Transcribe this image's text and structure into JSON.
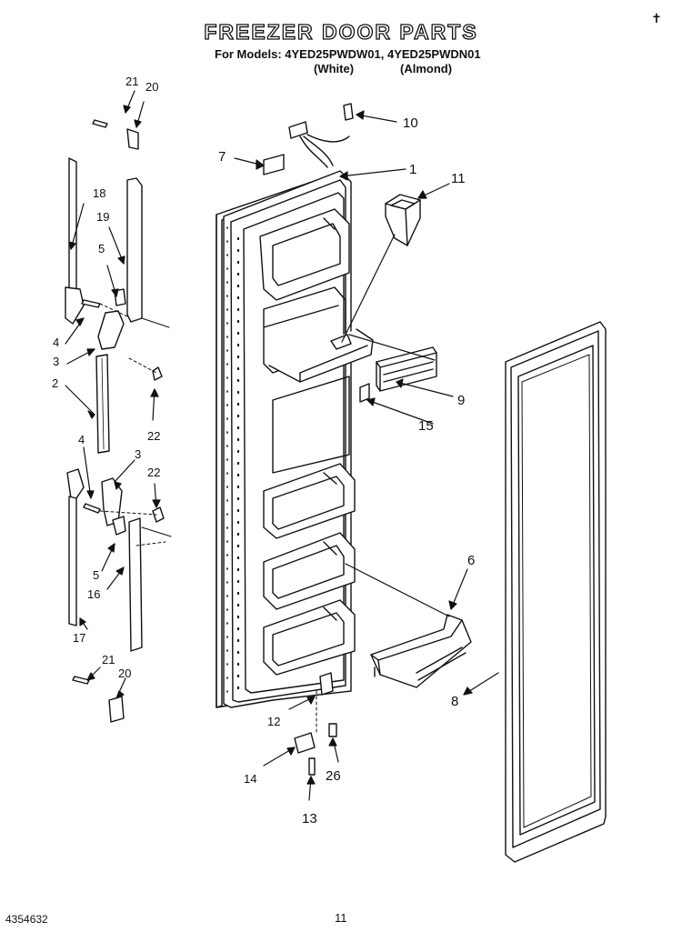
{
  "title": "FREEZER DOOR PARTS",
  "models_line": "For Models: 4YED25PWDW01, 4YED25PWDN01",
  "model_notes": [
    "(White)",
    "(Almond)"
  ],
  "corner_mark": "✝",
  "footer": {
    "code": "4354632",
    "page": "11"
  },
  "callouts": [
    {
      "label": "1",
      "part": "door-outer-panel"
    },
    {
      "label": "2",
      "part": "door-seal-strip-lower"
    },
    {
      "label": "3",
      "part": "hinge-bracket"
    },
    {
      "label": "3",
      "part": "hinge-bracket"
    },
    {
      "label": "4",
      "part": "screw"
    },
    {
      "label": "4",
      "part": "screw"
    },
    {
      "label": "5",
      "part": "cam"
    },
    {
      "label": "5",
      "part": "cam"
    },
    {
      "label": "6",
      "part": "door-shelf-bin"
    },
    {
      "label": "7",
      "part": "door-label"
    },
    {
      "label": "8",
      "part": "door-gasket"
    },
    {
      "label": "9",
      "part": "shelf-retainer-bar"
    },
    {
      "label": "10",
      "part": "wiring-screw"
    },
    {
      "label": "11",
      "part": "dispenser-chute"
    },
    {
      "label": "12",
      "part": "door-stop"
    },
    {
      "label": "13",
      "part": "screw"
    },
    {
      "label": "14",
      "part": "door-closer-bracket"
    },
    {
      "label": "15",
      "part": "shelf-end-cap"
    },
    {
      "label": "16",
      "part": "door-handle-lower"
    },
    {
      "label": "17",
      "part": "handle-trim-lower"
    },
    {
      "label": "18",
      "part": "handle-trim-upper"
    },
    {
      "label": "19",
      "part": "door-handle-upper"
    },
    {
      "label": "20",
      "part": "handle-end-cap"
    },
    {
      "label": "20",
      "part": "handle-end-cap"
    },
    {
      "label": "21",
      "part": "screw"
    },
    {
      "label": "21",
      "part": "screw"
    },
    {
      "label": "22",
      "part": "screw"
    },
    {
      "label": "22",
      "part": "screw"
    },
    {
      "label": "26",
      "part": "screw"
    }
  ]
}
